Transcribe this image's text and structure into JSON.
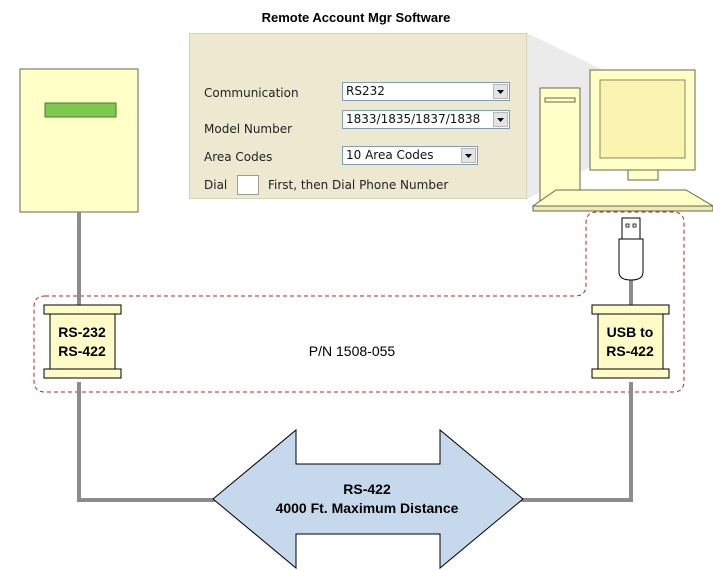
{
  "title": "Remote Account Mgr Software",
  "dialog": {
    "communication": {
      "label": "Communication",
      "value": "RS232"
    },
    "model_number": {
      "label": "Model Number",
      "value": "1833/1835/1837/1838"
    },
    "area_codes": {
      "label": "Area Codes",
      "value": "10 Area Codes"
    },
    "dial": {
      "label": "Dial",
      "suffix": "First, then Dial Phone Number"
    }
  },
  "adapters": {
    "left": {
      "line1": "RS-232",
      "line2": "RS-422"
    },
    "right": {
      "line1": "USB to",
      "line2": "RS-422"
    }
  },
  "part_number": "P/N 1508-055",
  "link": {
    "line1": "RS-422",
    "line2": "4000 Ft. Maximum Distance"
  },
  "colors": {
    "device_fill": "#ffffc8",
    "device_panel": "#7ec850",
    "adapter_fill": "#fffcc8",
    "cable": "#8c8c8c",
    "dashed_outline": "#c0202a",
    "arrow_fill": "#c6d9ec",
    "dialog_bg": "#ece9d0"
  }
}
